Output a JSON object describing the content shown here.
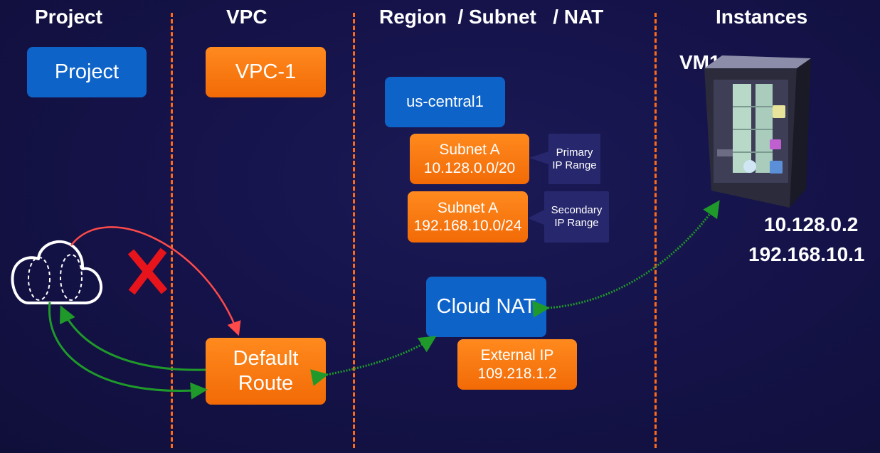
{
  "headers": {
    "project": "Project",
    "vpc": "VPC",
    "region": "Region  / Subnet   / NAT",
    "instances": "Instances"
  },
  "boxes": {
    "project": "Project",
    "vpc": "VPC-1",
    "region": "us-central1",
    "subnet_primary": "Subnet A\n10.128.0.0/20",
    "subnet_secondary": "Subnet A\n192.168.10.0/24",
    "primary_range": "Primary\nIP Range",
    "secondary_range": "Secondary\nIP Range",
    "cloud_nat": "Cloud NAT",
    "external_ip": "External IP\n109.218.1.2",
    "default_route": "Default\nRoute"
  },
  "instance": {
    "name": "VM1",
    "ip_primary": "10.128.0.2",
    "ip_secondary": "192.168.10.1"
  },
  "colors": {
    "blue": "#0d63c8",
    "orange": "#f26a06",
    "navy": "#27276e",
    "green_arrow": "#1f9a2a",
    "red_arrow": "#ff4a4a",
    "divider": "#ff6a1a",
    "blocked_x": "#e8141c"
  }
}
